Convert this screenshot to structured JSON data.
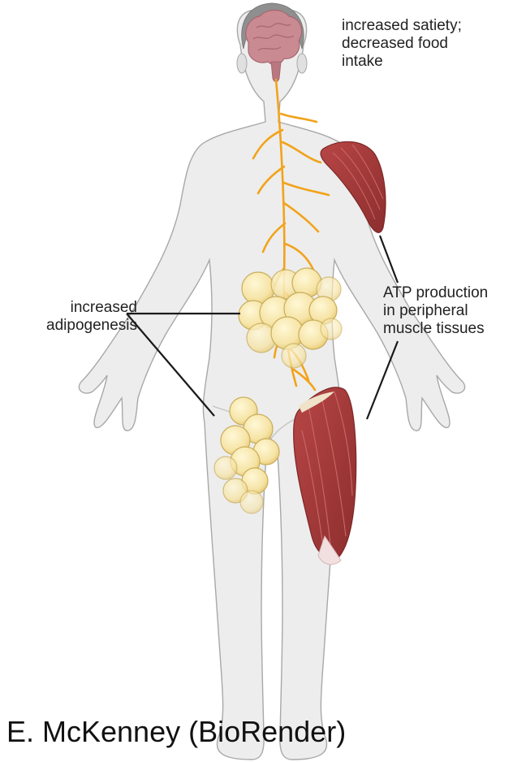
{
  "labels": {
    "brain_effect": "increased satiety;\ndecreased food\nintake",
    "fat_effect": "increased\nadipogenesis",
    "muscle_effect": "ATP production\nin peripheral\nmuscle tissues"
  },
  "credit": "E. McKenney (BioRender)",
  "colors": {
    "body": "#ededed",
    "body_outline": "#9a9a9a",
    "hair": "#8f8f8f",
    "brain": "#c98a92",
    "nerve": "#f2a31b",
    "muscle": "#a33a3a",
    "fat_cell": "#f6e4a6",
    "fat_outline": "#c9ad5a",
    "leader_line": "#1a1a1a"
  }
}
